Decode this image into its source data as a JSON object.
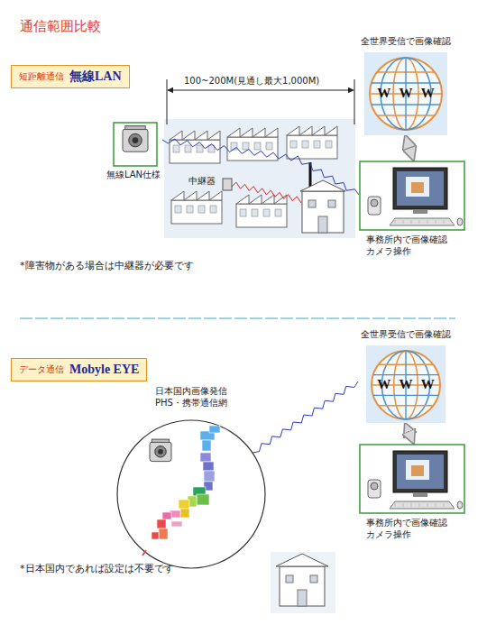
{
  "diagram": {
    "title": "通信範囲比較",
    "nodes": [
      {
        "text": [
          "短距離通信",
          "無線LAN"
        ]
      },
      {
        "text": [
          "無線LAN仕様"
        ]
      },
      {
        "text": [
          "全世界受信で画像確認",
          "W W W"
        ]
      },
      {
        "text": [
          "事務所内で画像確認 カメラ操作"
        ]
      },
      {
        "text": [
          "データ通信",
          "Mobyle EYE"
        ]
      },
      {
        "text": [
          "日本国内画像発信 PHS・携帯通信網"
        ]
      },
      {
        "text": [
          "全世界受信で画像確認",
          "W W W"
        ]
      },
      {
        "text": [
          "事務所内で画像確認 カメラ操作"
        ]
      }
    ],
    "edges": [
      {
        "from": 1,
        "to": 3,
        "arrow": "none"
      },
      {
        "from": 2,
        "to": 3,
        "arrow": "both"
      },
      {
        "from": 5,
        "to": 6,
        "arrow": "none"
      },
      {
        "from": 6,
        "to": 7,
        "arrow": "both"
      }
    ],
    "labels": [
      "100~200M(見通し最大1,000M)",
      "中継器",
      "*障害物がある場合は中継器が必要です",
      "*日本国内であれば設定は不要です"
    ]
  }
}
